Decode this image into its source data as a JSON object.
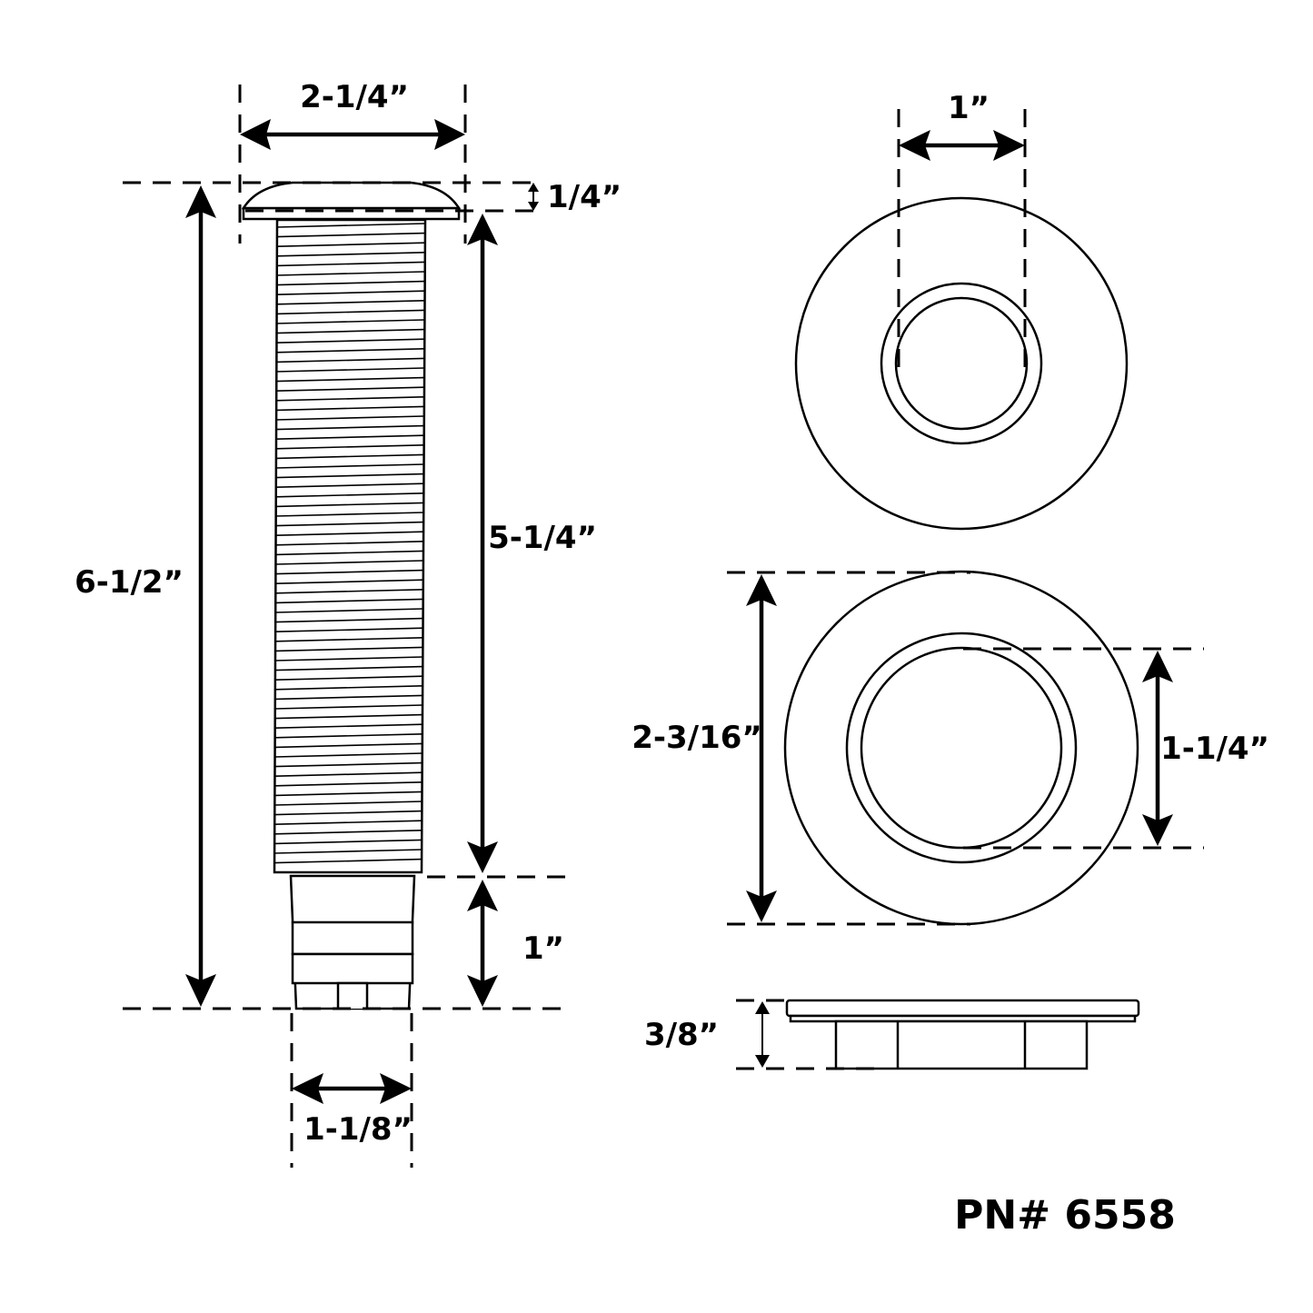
{
  "part_number": "PN# 6558",
  "dimensions": {
    "flange_width": "2-1/4”",
    "flange_thickness": "1/4”",
    "overall_length": "6-1/2”",
    "thread_length": "5-1/4”",
    "barb_length": "1”",
    "barb_diameter": "1-1/8”",
    "bore_diameter": "1”",
    "nut_outer_diameter": "2-3/16”",
    "nut_inner_diameter": "1-1/4”",
    "nut_thickness": "3/8”"
  }
}
